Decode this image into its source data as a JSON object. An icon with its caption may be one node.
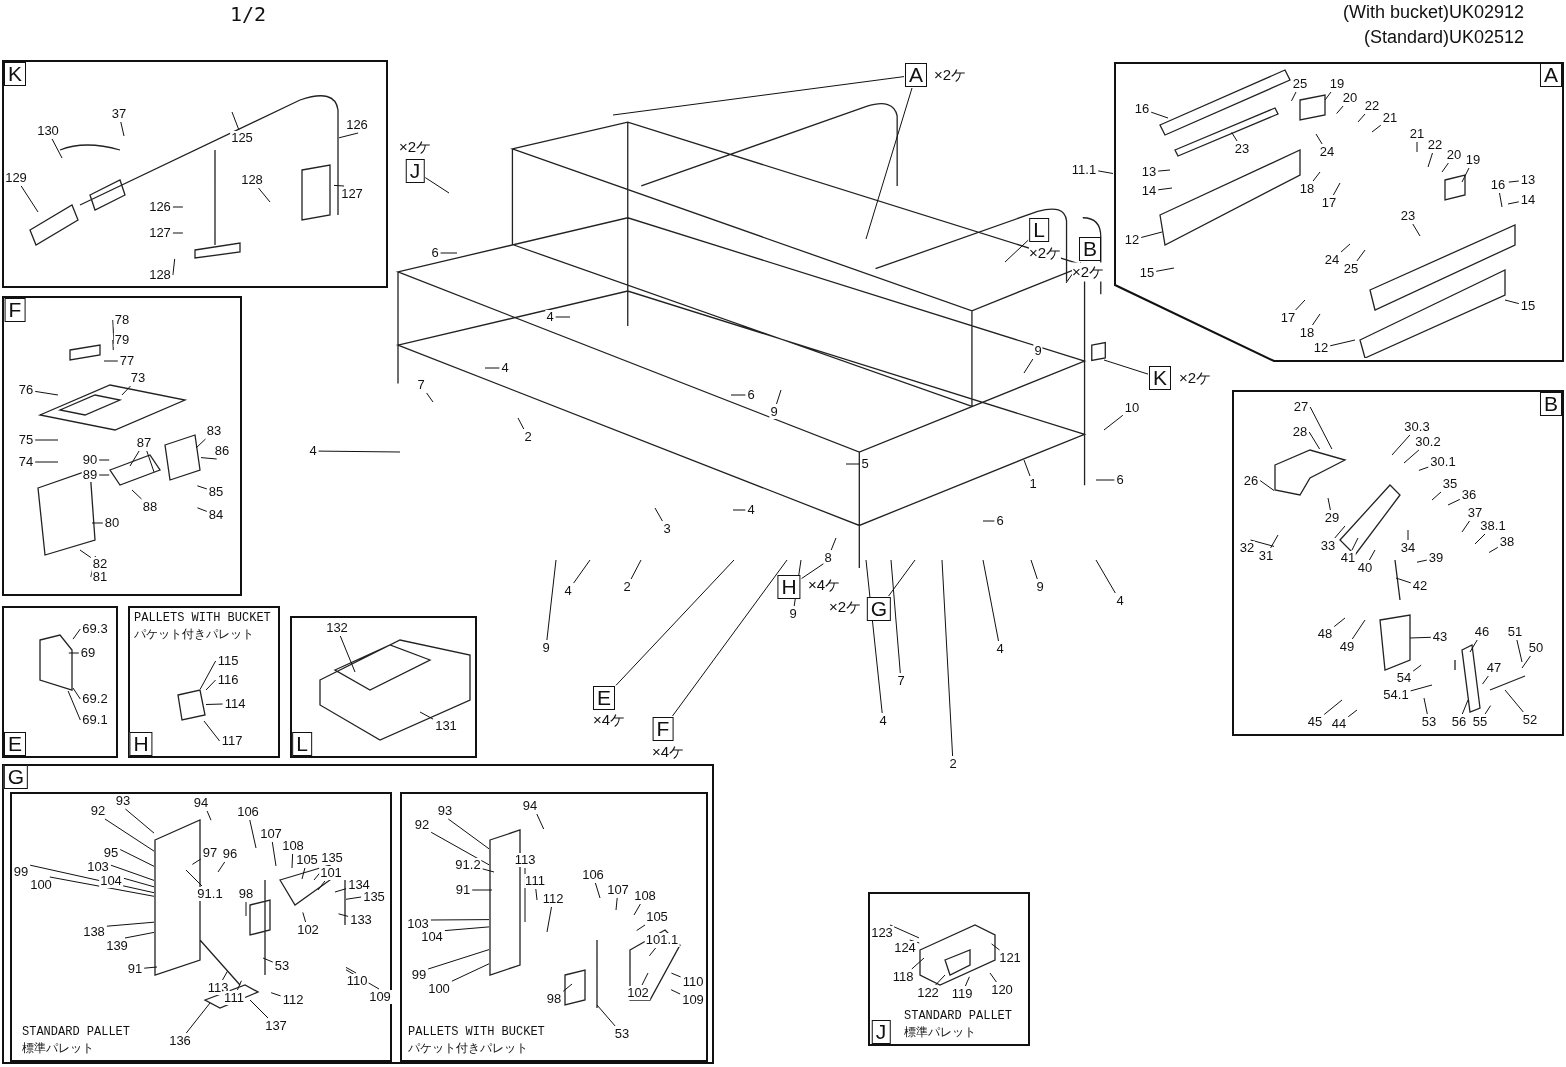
{
  "diagram": {
    "title": "1/2",
    "nodes": [
      {
        "text": [],
        "shape": "box"
      },
      {
        "text": [
          "37"
        ],
        "in": 212
      },
      {
        "text": [
          "130"
        ],
        "in": 212
      },
      {
        "text": [
          "125"
        ],
        "in": 212
      },
      {
        "text": [
          "126"
        ],
        "in": 0
      },
      {
        "text": [
          "127"
        ],
        "in": 0
      },
      {
        "text": [
          "129"
        ],
        "in": 0
      },
      {
        "text": [
          "126"
        ],
        "in": 212
      },
      {
        "text": [
          "127"
        ],
        "in": 212
      },
      {
        "text": [
          "128"
        ],
        "in": 212
      },
      {
        "text": [
          "128"
        ],
        "in": 0
      },
      {
        "text": [],
        "shape": "box"
      },
      {
        "text": [
          "78"
        ],
        "in": 11
      },
      {
        "text": [
          "79"
        ],
        "in": 11
      },
      {
        "text": [
          "77"
        ],
        "in": 213
      },
      {
        "text": [
          "76"
        ],
        "in": 11
      },
      {
        "text": [
          "73"
        ],
        "in": 213
      },
      {
        "text": [
          "75"
        ],
        "in": 11
      },
      {
        "text": [
          "74"
        ],
        "in": 11
      },
      {
        "text": [
          "83"
        ],
        "in": 11
      },
      {
        "text": [
          "86"
        ],
        "in": 11
      },
      {
        "text": [
          "87"
        ],
        "in": 213
      },
      {
        "text": [
          "90"
        ],
        "in": 213
      },
      {
        "text": [
          "89"
        ],
        "in": 213
      },
      {
        "text": [
          "85"
        ],
        "in": 11
      },
      {
        "text": [
          "88"
        ],
        "in": 213
      },
      {
        "text": [
          "84"
        ],
        "in": 11
      },
      {
        "text": [
          "80"
        ],
        "in": 213
      },
      {
        "text": [
          "82"
        ],
        "in": 11
      },
      {
        "text": [
          "81"
        ],
        "in": 11
      },
      {
        "text": [],
        "shape": "box"
      },
      {
        "text": [
          "69.3"
        ],
        "in": 30
      },
      {
        "text": [
          "69"
        ],
        "in": 30
      },
      {
        "text": [
          "69.2"
        ],
        "in": 30
      },
      {
        "text": [
          "69.1"
        ],
        "in": 30
      },
      {
        "text": [
          "PALLETS WITH BUCKET",
          "パケット付きパレット"
        ]
      },
      {
        "text": [
          "115"
        ],
        "in": 35
      },
      {
        "text": [
          "116"
        ],
        "in": 35
      },
      {
        "text": [
          "114"
        ],
        "in": 35
      },
      {
        "text": [
          "117"
        ],
        "in": 35
      },
      {
        "text": [],
        "shape": "box"
      },
      {
        "text": [
          "132"
        ],
        "in": 40
      },
      {
        "text": [
          "131"
        ],
        "in": 216
      },
      {
        "text": [],
        "shape": "box"
      },
      {
        "text": [
          "STANDARD PALLET",
          "標準パレット"
        ],
        "in": 43
      },
      {
        "text": [
          "92"
        ],
        "in": 44
      },
      {
        "text": [
          "93"
        ],
        "in": 44
      },
      {
        "text": [
          "94"
        ],
        "in": 44
      },
      {
        "text": [
          "95"
        ],
        "in": 44
      },
      {
        "text": [
          "97"
        ],
        "in": 217
      },
      {
        "text": [
          "96"
        ],
        "in": 217
      },
      {
        "text": [
          "91.1"
        ],
        "in": 217
      },
      {
        "text": [
          "99"
        ],
        "in": 44
      },
      {
        "text": [
          "100"
        ],
        "in": 44
      },
      {
        "text": [
          "103"
        ],
        "in": 44
      },
      {
        "text": [
          "104"
        ],
        "in": 44
      },
      {
        "text": [
          "106"
        ],
        "in": 44
      },
      {
        "text": [
          "107"
        ],
        "in": 217
      },
      {
        "text": [
          "108"
        ],
        "in": 217
      },
      {
        "text": [
          "105"
        ],
        "in": 217
      },
      {
        "text": [
          "135"
        ],
        "in": 217
      },
      {
        "text": [
          "101"
        ],
        "in": 217
      },
      {
        "text": [
          "134"
        ],
        "in": 44
      },
      {
        "text": [
          "135"
        ],
        "in": 44
      },
      {
        "text": [
          "133"
        ],
        "in": 44
      },
      {
        "text": [
          "98"
        ],
        "in": 217
      },
      {
        "text": [
          "102"
        ],
        "in": 217
      },
      {
        "text": [
          "138"
        ],
        "in": 44
      },
      {
        "text": [
          "139"
        ],
        "in": 44
      },
      {
        "text": [
          "91"
        ],
        "in": 44
      },
      {
        "text": [
          "53"
        ],
        "in": 217
      },
      {
        "text": [
          "113"
        ],
        "in": 217
      },
      {
        "text": [
          "111"
        ],
        "in": 217
      },
      {
        "text": [
          "112"
        ],
        "in": 217
      },
      {
        "text": [
          "110"
        ],
        "in": 44
      },
      {
        "text": [
          "109"
        ],
        "in": 44
      },
      {
        "text": [
          "137"
        ],
        "in": 44
      },
      {
        "text": [
          "136"
        ],
        "in": 44
      },
      {
        "text": [
          "PALLETS WITH BUCKET",
          "パケット付きパレット"
        ],
        "in": 43
      },
      {
        "text": [
          "92"
        ],
        "in": 78
      },
      {
        "text": [
          "93"
        ],
        "in": 78
      },
      {
        "text": [
          "94"
        ],
        "in": 78
      },
      {
        "text": [
          "91.2"
        ],
        "in": 78
      },
      {
        "text": [
          "91"
        ],
        "in": 78
      },
      {
        "text": [
          "113"
        ],
        "in": 218
      },
      {
        "text": [
          "111"
        ],
        "in": 218
      },
      {
        "text": [
          "112"
        ],
        "in": 218
      },
      {
        "text": [
          "106"
        ],
        "in": 218
      },
      {
        "text": [
          "107"
        ],
        "in": 218
      },
      {
        "text": [
          "108"
        ],
        "in": 218
      },
      {
        "text": [
          "105"
        ],
        "in": 218
      },
      {
        "text": [
          "101.1"
        ],
        "in": 218
      },
      {
        "text": [
          "103"
        ],
        "in": 78
      },
      {
        "text": [
          "104"
        ],
        "in": 78
      },
      {
        "text": [
          "99"
        ],
        "in": 78
      },
      {
        "text": [
          "100"
        ],
        "in": 78
      },
      {
        "text": [
          "98"
        ],
        "in": 218
      },
      {
        "text": [
          "102"
        ],
        "in": 218
      },
      {
        "text": [
          "110"
        ],
        "in": 78
      },
      {
        "text": [
          "109"
        ],
        "in": 78
      },
      {
        "text": [
          "53"
        ],
        "in": 78
      },
      {
        "text": [
          "STANDARD PALLET",
          "標準パレット"
        ]
      },
      {
        "text": [
          "123"
        ],
        "in": 101
      },
      {
        "text": [
          "124"
        ],
        "in": 101
      },
      {
        "text": [
          "118"
        ],
        "in": 101
      },
      {
        "text": [
          "122"
        ],
        "in": 101
      },
      {
        "text": [
          "121"
        ],
        "in": 101
      },
      {
        "text": [
          "119"
        ],
        "in": 101
      },
      {
        "text": [
          "120"
        ],
        "in": 101
      },
      {
        "text": [],
        "shape": "box"
      },
      {
        "text": [
          "16"
        ],
        "in": 109
      },
      {
        "text": [
          "25"
        ],
        "in": 220
      },
      {
        "text": [
          "19"
        ],
        "in": 220
      },
      {
        "text": [
          "20"
        ],
        "in": 220
      },
      {
        "text": [
          "22"
        ],
        "in": 220
      },
      {
        "text": [
          "21"
        ],
        "in": 220
      },
      {
        "text": [
          "23"
        ],
        "in": 220
      },
      {
        "text": [
          "24"
        ],
        "in": 220
      },
      {
        "text": [
          "13"
        ],
        "in": 109
      },
      {
        "text": [
          "14"
        ],
        "in": 109
      },
      {
        "text": [
          "18"
        ],
        "in": 220
      },
      {
        "text": [
          "17"
        ],
        "in": 220
      },
      {
        "text": [
          "12"
        ],
        "in": 109
      },
      {
        "text": [
          "15"
        ],
        "in": 109
      },
      {
        "text": [
          "21"
        ],
        "in": 220
      },
      {
        "text": [
          "22"
        ],
        "in": 220
      },
      {
        "text": [
          "20"
        ],
        "in": 220
      },
      {
        "text": [
          "19"
        ],
        "in": 220
      },
      {
        "text": [
          "16"
        ],
        "in": 220
      },
      {
        "text": [
          "13"
        ],
        "in": 109
      },
      {
        "text": [
          "14"
        ],
        "in": 109
      },
      {
        "text": [
          "23"
        ],
        "in": 220
      },
      {
        "text": [
          "24"
        ],
        "in": 220
      },
      {
        "text": [
          "25"
        ],
        "in": 220
      },
      {
        "text": [
          "17"
        ],
        "in": 220
      },
      {
        "text": [
          "18"
        ],
        "in": 220
      },
      {
        "text": [
          "12"
        ],
        "in": 220
      },
      {
        "text": [
          "15"
        ],
        "in": 109
      },
      {
        "text": [
          "11.1"
        ],
        "in": 211
      },
      {
        "text": [],
        "shape": "box"
      },
      {
        "text": [
          "27"
        ],
        "in": 139
      },
      {
        "text": [
          "28"
        ],
        "in": 139
      },
      {
        "text": [
          "26"
        ],
        "in": 139
      },
      {
        "text": [
          "30.3"
        ],
        "in": 139
      },
      {
        "text": [
          "30.2"
        ],
        "in": 139
      },
      {
        "text": [
          "30.1"
        ],
        "in": 221
      },
      {
        "text": [
          "35"
        ],
        "in": 221
      },
      {
        "text": [
          "36"
        ],
        "in": 221
      },
      {
        "text": [
          "29"
        ],
        "in": 221
      },
      {
        "text": [
          "37"
        ],
        "in": 221
      },
      {
        "text": [
          "38.1"
        ],
        "in": 221
      },
      {
        "text": [
          "38"
        ],
        "in": 221
      },
      {
        "text": [
          "32"
        ],
        "in": 139
      },
      {
        "text": [
          "31"
        ],
        "in": 139
      },
      {
        "text": [
          "33"
        ],
        "in": 221
      },
      {
        "text": [
          "34"
        ],
        "in": 221
      },
      {
        "text": [
          "41"
        ],
        "in": 221
      },
      {
        "text": [
          "40"
        ],
        "in": 221
      },
      {
        "text": [
          "39"
        ],
        "in": 221
      },
      {
        "text": [
          "42"
        ],
        "in": 221
      },
      {
        "text": [
          "48"
        ],
        "in": 221
      },
      {
        "text": [
          "49"
        ],
        "in": 221
      },
      {
        "text": [
          "43"
        ],
        "in": 221
      },
      {
        "text": [
          "46"
        ],
        "in": 221
      },
      {
        "text": [
          "51"
        ],
        "in": 221
      },
      {
        "text": [
          "50"
        ],
        "in": 139
      },
      {
        "text": [
          "47"
        ],
        "in": 221
      },
      {
        "text": [
          "54"
        ],
        "in": 221
      },
      {
        "text": [
          "54.1"
        ],
        "in": 221
      },
      {
        "text": [
          "52"
        ],
        "in": 139
      },
      {
        "text": [
          "45"
        ],
        "in": 139
      },
      {
        "text": [
          "44"
        ],
        "in": 139
      },
      {
        "text": [
          "53"
        ],
        "in": 139
      },
      {
        "text": [
          "56"
        ],
        "in": 139
      },
      {
        "text": [
          "55"
        ],
        "in": 139
      },
      {
        "text": [
          "A"
        ],
        "beside": [
          "×2ケ"
        ]
      },
      {
        "text": [
          "J"
        ],
        "beside": [
          "×2ケ"
        ],
        "in": 211
      },
      {
        "text": [
          "L"
        ],
        "beside": [
          "×2ケ"
        ],
        "in": 211
      },
      {
        "text": [
          "B"
        ],
        "beside": [
          "×2ケ"
        ],
        "in": 211
      },
      {
        "text": [
          "K"
        ],
        "beside": [
          "×2ケ"
        ]
      },
      {
        "text": [
          "H"
        ],
        "beside": [
          "×4ケ"
        ]
      },
      {
        "text": [
          "G"
        ],
        "beside": [
          "×2ケ"
        ]
      },
      {
        "text": [
          "E"
        ],
        "beside": [
          "×4ケ"
        ]
      },
      {
        "text": [
          "F"
        ],
        "beside": [
          "×4ケ"
        ]
      },
      {
        "text": [
          "6"
        ],
        "in": 211
      },
      {
        "text": [
          "4"
        ],
        "in": 211
      },
      {
        "text": [
          "7"
        ],
        "in": 211
      },
      {
        "text": [
          "4"
        ],
        "in": 211
      },
      {
        "text": [
          "2"
        ],
        "in": 211
      },
      {
        "text": [
          "4"
        ]
      },
      {
        "text": [
          "6"
        ],
        "in": 211
      },
      {
        "text": [
          "9"
        ],
        "in": 211
      },
      {
        "text": [
          "5"
        ],
        "in": 211
      },
      {
        "text": [
          "1"
        ],
        "in": 211
      },
      {
        "text": [
          "6"
        ]
      },
      {
        "text": [
          "6"
        ],
        "in": 211
      },
      {
        "text": [
          "3"
        ],
        "in": 211
      },
      {
        "text": [
          "4"
        ],
        "in": 211
      },
      {
        "text": [
          "8"
        ],
        "in": 211
      },
      {
        "text": [
          "4"
        ]
      },
      {
        "text": [
          "2"
        ]
      },
      {
        "text": [
          "9"
        ]
      },
      {
        "text": [
          "9"
        ]
      },
      {
        "text": [
          "4"
        ]
      },
      {
        "text": [
          "9"
        ]
      },
      {
        "text": [
          "7"
        ]
      },
      {
        "text": [
          "4"
        ]
      },
      {
        "text": [
          "4"
        ]
      },
      {
        "text": [
          "2"
        ]
      },
      {
        "text": [
          "9"
        ],
        "in": 211
      },
      {
        "text": [
          "10"
        ]
      },
      {
        "text": [],
        "shape": "picture"
      },
      {
        "text": [],
        "shape": "picture",
        "in": 0
      },
      {
        "text": [],
        "shape": "picture",
        "in": 11
      },
      {
        "text": [],
        "shape": "picture",
        "in": 30
      },
      {
        "text": [],
        "shape": "picture",
        "in": 35
      },
      {
        "text": [],
        "shape": "picture",
        "in": 40
      },
      {
        "text": [],
        "shape": "picture",
        "in": 44
      },
      {
        "text": [],
        "shape": "picture",
        "in": 78
      },
      {
        "text": [],
        "shape": "picture",
        "in": 101
      },
      {
        "text": [],
        "shape": "picture",
        "in": 109
      },
      {
        "text": [],
        "shape": "picture",
        "in": 139
      },
      {
        "text": [
          "K"
        ],
        "in": 0
      },
      {
        "text": [
          "F"
        ],
        "in": 11
      },
      {
        "text": [
          "E"
        ],
        "in": 30
      },
      {
        "text": [
          "H"
        ],
        "in": 35
      },
      {
        "text": [
          "L"
        ],
        "in": 40
      },
      {
        "text": [
          "G"
        ],
        "in": 43
      },
      {
        "text": [
          "J"
        ],
        "in": 101
      },
      {
        "text": [
          "A"
        ],
        "in": 109
      },
      {
        "text": [
          "B"
        ],
        "in": 139
      }
    ],
    "edges": [
      {
        "from": 1,
        "to": 212,
        "arrow": "none"
      },
      {
        "from": 2,
        "to": 212,
        "arrow": "none"
      },
      {
        "from": 3,
        "to": 212,
        "arrow": "none"
      },
      {
        "from": 4,
        "to": 212,
        "arrow": "none"
      },
      {
        "from": 5,
        "to": 212,
        "arrow": "none"
      },
      {
        "from": 6,
        "to": 212,
        "arrow": "none"
      },
      {
        "from": 7,
        "to": 212,
        "arrow": "none"
      },
      {
        "from": 8,
        "to": 212,
        "arrow": "none"
      },
      {
        "from": 9,
        "to": 212,
        "arrow": "none"
      },
      {
        "from": 10,
        "to": 212,
        "arrow": "none"
      },
      {
        "from": 12,
        "to": 213,
        "arrow": "none"
      },
      {
        "from": 13,
        "to": 213,
        "arrow": "none"
      },
      {
        "from": 14,
        "to": 213,
        "arrow": "none"
      },
      {
        "from": 15,
        "to": 213,
        "arrow": "none"
      },
      {
        "from": 16,
        "to": 213,
        "arrow": "none"
      },
      {
        "from": 17,
        "to": 213,
        "arrow": "none"
      },
      {
        "from": 18,
        "to": 213,
        "arrow": "none"
      },
      {
        "from": 19,
        "to": 213,
        "arrow": "none"
      },
      {
        "from": 20,
        "to": 213,
        "arrow": "none"
      },
      {
        "from": 21,
        "to": 213,
        "arrow": "none"
      },
      {
        "from": 21,
        "to": 213,
        "arrow": "none"
      },
      {
        "from": 22,
        "to": 213,
        "arrow": "none"
      },
      {
        "from": 23,
        "to": 213,
        "arrow": "none"
      },
      {
        "from": 24,
        "to": 213,
        "arrow": "none"
      },
      {
        "from": 25,
        "to": 213,
        "arrow": "none"
      },
      {
        "from": 26,
        "to": 213,
        "arrow": "none"
      },
      {
        "from": 27,
        "to": 213,
        "arrow": "none"
      },
      {
        "from": 28,
        "to": 213,
        "arrow": "none"
      },
      {
        "from": 29,
        "to": 213,
        "arrow": "none"
      },
      {
        "from": 31,
        "to": 214,
        "arrow": "none"
      },
      {
        "from": 32,
        "to": 214,
        "arrow": "none"
      },
      {
        "from": 33,
        "to": 214,
        "arrow": "none"
      },
      {
        "from": 34,
        "to": 214,
        "arrow": "none"
      },
      {
        "from": 36,
        "to": 215,
        "arrow": "none"
      },
      {
        "from": 37,
        "to": 215,
        "arrow": "none"
      },
      {
        "from": 38,
        "to": 215,
        "arrow": "none"
      },
      {
        "from": 39,
        "to": 215,
        "arrow": "none"
      },
      {
        "from": 41,
        "to": 216,
        "arrow": "none"
      },
      {
        "from": 42,
        "to": 216,
        "arrow": "none"
      },
      {
        "from": 45,
        "to": 217,
        "arrow": "none"
      },
      {
        "from": 46,
        "to": 217,
        "arrow": "none"
      },
      {
        "from": 47,
        "to": 217,
        "arrow": "none"
      },
      {
        "from": 48,
        "to": 217,
        "arrow": "none"
      },
      {
        "from": 49,
        "to": 217,
        "arrow": "none"
      },
      {
        "from": 50,
        "to": 217,
        "arrow": "none"
      },
      {
        "from": 51,
        "to": 217,
        "arrow": "none"
      },
      {
        "from": 52,
        "to": 217,
        "arrow": "none"
      },
      {
        "from": 53,
        "to": 217,
        "arrow": "none"
      },
      {
        "from": 54,
        "to": 217,
        "arrow": "none"
      },
      {
        "from": 55,
        "to": 217,
        "arrow": "none"
      },
      {
        "from": 56,
        "to": 217,
        "arrow": "none"
      },
      {
        "from": 57,
        "to": 217,
        "arrow": "none"
      },
      {
        "from": 58,
        "to": 217,
        "arrow": "none"
      },
      {
        "from": 59,
        "to": 217,
        "arrow": "none"
      },
      {
        "from": 60,
        "to": 217,
        "arrow": "none"
      },
      {
        "from": 61,
        "to": 217,
        "arrow": "none"
      },
      {
        "from": 62,
        "to": 217,
        "arrow": "none"
      },
      {
        "from": 63,
        "to": 217,
        "arrow": "none"
      },
      {
        "from": 64,
        "to": 217,
        "arrow": "none"
      },
      {
        "from": 65,
        "to": 217,
        "arrow": "none"
      },
      {
        "from": 66,
        "to": 217,
        "arrow": "none"
      },
      {
        "from": 67,
        "to": 217,
        "arrow": "none"
      },
      {
        "from": 68,
        "to": 217,
        "arrow": "none"
      },
      {
        "from": 69,
        "to": 217,
        "arrow": "none"
      },
      {
        "from": 70,
        "to": 217,
        "arrow": "none"
      },
      {
        "from": 71,
        "to": 217,
        "arrow": "none"
      },
      {
        "from": 72,
        "to": 217,
        "arrow": "none"
      },
      {
        "from": 73,
        "to": 217,
        "arrow": "none"
      },
      {
        "from": 74,
        "to": 217,
        "arrow": "none"
      },
      {
        "from": 75,
        "to": 217,
        "arrow": "none"
      },
      {
        "from": 76,
        "to": 217,
        "arrow": "none"
      },
      {
        "from": 77,
        "to": 217,
        "arrow": "none"
      },
      {
        "from": 79,
        "to": 218,
        "arrow": "none"
      },
      {
        "from": 80,
        "to": 218,
        "arrow": "none"
      },
      {
        "from": 81,
        "to": 218,
        "arrow": "none"
      },
      {
        "from": 82,
        "to": 218,
        "arrow": "none"
      },
      {
        "from": 83,
        "to": 218,
        "arrow": "none"
      },
      {
        "from": 84,
        "to": 218,
        "arrow": "none"
      },
      {
        "from": 85,
        "to": 218,
        "arrow": "none"
      },
      {
        "from": 86,
        "to": 218,
        "arrow": "none"
      },
      {
        "from": 87,
        "to": 218,
        "arrow": "none"
      },
      {
        "from": 88,
        "to": 218,
        "arrow": "none"
      },
      {
        "from": 89,
        "to": 218,
        "arrow": "none"
      },
      {
        "from": 90,
        "to": 218,
        "arrow": "none"
      },
      {
        "from": 91,
        "to": 218,
        "arrow": "none"
      },
      {
        "from": 92,
        "to": 218,
        "arrow": "none"
      },
      {
        "from": 93,
        "to": 218,
        "arrow": "none"
      },
      {
        "from": 94,
        "to": 218,
        "arrow": "none"
      },
      {
        "from": 95,
        "to": 218,
        "arrow": "none"
      },
      {
        "from": 96,
        "to": 218,
        "arrow": "none"
      },
      {
        "from": 97,
        "to": 218,
        "arrow": "none"
      },
      {
        "from": 98,
        "to": 218,
        "arrow": "none"
      },
      {
        "from": 99,
        "to": 218,
        "arrow": "none"
      },
      {
        "from": 100,
        "to": 218,
        "arrow": "none"
      },
      {
        "from": 102,
        "to": 219,
        "arrow": "none"
      },
      {
        "from": 103,
        "to": 219,
        "arrow": "none"
      },
      {
        "from": 104,
        "to": 219,
        "arrow": "none"
      },
      {
        "from": 105,
        "to": 219,
        "arrow": "none"
      },
      {
        "from": 106,
        "to": 219,
        "arrow": "none"
      },
      {
        "from": 107,
        "to": 219,
        "arrow": "none"
      },
      {
        "from": 108,
        "to": 219,
        "arrow": "none"
      },
      {
        "from": 110,
        "to": 220,
        "arrow": "none"
      },
      {
        "from": 111,
        "to": 220,
        "arrow": "none"
      },
      {
        "from": 112,
        "to": 220,
        "arrow": "none"
      },
      {
        "from": 113,
        "to": 220,
        "arrow": "none"
      },
      {
        "from": 114,
        "to": 220,
        "arrow": "none"
      },
      {
        "from": 115,
        "to": 220,
        "arrow": "none"
      },
      {
        "from": 116,
        "to": 220,
        "arrow": "none"
      },
      {
        "from": 117,
        "to": 220,
        "arrow": "none"
      },
      {
        "from": 118,
        "to": 220,
        "arrow": "none"
      },
      {
        "from": 119,
        "to": 220,
        "arrow": "none"
      },
      {
        "from": 120,
        "to": 220,
        "arrow": "none"
      },
      {
        "from": 121,
        "to": 220,
        "arrow": "none"
      },
      {
        "from": 122,
        "to": 220,
        "arrow": "none"
      },
      {
        "from": 123,
        "to": 220,
        "arrow": "none"
      },
      {
        "from": 124,
        "to": 220,
        "arrow": "none"
      },
      {
        "from": 125,
        "to": 220,
        "arrow": "none"
      },
      {
        "from": 126,
        "to": 220,
        "arrow": "none"
      },
      {
        "from": 127,
        "to": 220,
        "arrow": "none"
      },
      {
        "from": 128,
        "to": 220,
        "arrow": "none"
      },
      {
        "from": 129,
        "to": 220,
        "arrow": "none"
      },
      {
        "from": 130,
        "to": 220,
        "arrow": "none"
      },
      {
        "from": 131,
        "to": 220,
        "arrow": "none"
      },
      {
        "from": 132,
        "to": 220,
        "arrow": "none"
      },
      {
        "from": 133,
        "to": 220,
        "arrow": "none"
      },
      {
        "from": 134,
        "to": 220,
        "arrow": "none"
      },
      {
        "from": 135,
        "to": 220,
        "arrow": "none"
      },
      {
        "from": 136,
        "to": 220,
        "arrow": "none"
      },
      {
        "from": 137,
        "to": 220,
        "arrow": "none"
      },
      {
        "from": 138,
        "to": 109,
        "arrow": "none"
      },
      {
        "from": 140,
        "to": 221,
        "arrow": "none"
      },
      {
        "from": 141,
        "to": 221,
        "arrow": "none"
      },
      {
        "from": 142,
        "to": 221,
        "arrow": "none"
      },
      {
        "from": 143,
        "to": 221,
        "arrow": "none"
      },
      {
        "from": 144,
        "to": 221,
        "arrow": "none"
      },
      {
        "from": 145,
        "to": 221,
        "arrow": "none"
      },
      {
        "from": 146,
        "to": 221,
        "arrow": "none"
      },
      {
        "from": 147,
        "to": 221,
        "arrow": "none"
      },
      {
        "from": 148,
        "to": 221,
        "arrow": "none"
      },
      {
        "from": 149,
        "to": 221,
        "arrow": "none"
      },
      {
        "from": 150,
        "to": 221,
        "arrow": "none"
      },
      {
        "from": 151,
        "to": 221,
        "arrow": "none"
      },
      {
        "from": 152,
        "to": 221,
        "arrow": "none"
      },
      {
        "from": 153,
        "to": 221,
        "arrow": "none"
      },
      {
        "from": 154,
        "to": 221,
        "arrow": "none"
      },
      {
        "from": 155,
        "to": 221,
        "arrow": "none"
      },
      {
        "from": 156,
        "to": 221,
        "arrow": "none"
      },
      {
        "from": 157,
        "to": 221,
        "arrow": "none"
      },
      {
        "from": 158,
        "to": 221,
        "arrow": "none"
      },
      {
        "from": 159,
        "to": 221,
        "arrow": "none"
      },
      {
        "from": 160,
        "to": 221,
        "arrow": "none"
      },
      {
        "from": 161,
        "to": 221,
        "arrow": "none"
      },
      {
        "from": 162,
        "to": 221,
        "arrow": "none"
      },
      {
        "from": 163,
        "to": 221,
        "arrow": "none"
      },
      {
        "from": 164,
        "to": 221,
        "arrow": "none"
      },
      {
        "from": 165,
        "to": 221,
        "arrow": "none"
      },
      {
        "from": 166,
        "to": 221,
        "arrow": "none"
      },
      {
        "from": 167,
        "to": 221,
        "arrow": "none"
      },
      {
        "from": 168,
        "to": 221,
        "arrow": "none"
      },
      {
        "from": 169,
        "to": 221,
        "arrow": "none"
      },
      {
        "from": 170,
        "to": 221,
        "arrow": "none"
      },
      {
        "from": 171,
        "to": 221,
        "arrow": "none"
      },
      {
        "from": 172,
        "to": 221,
        "arrow": "none"
      },
      {
        "from": 173,
        "to": 221,
        "arrow": "none"
      },
      {
        "from": 174,
        "to": 221,
        "arrow": "none"
      },
      {
        "from": 175,
        "to": 211,
        "arrow": "none"
      },
      {
        "from": 175,
        "to": 211,
        "arrow": "none"
      },
      {
        "from": 176,
        "to": 211,
        "arrow": "none"
      },
      {
        "from": 177,
        "to": 211,
        "arrow": "none"
      },
      {
        "from": 178,
        "to": 211,
        "arrow": "none"
      },
      {
        "from": 179,
        "to": 211,
        "arrow": "none"
      },
      {
        "from": 180,
        "to": 211,
        "arrow": "none"
      },
      {
        "from": 181,
        "to": 211,
        "arrow": "none"
      },
      {
        "from": 182,
        "to": 211,
        "arrow": "none"
      },
      {
        "from": 183,
        "to": 211,
        "arrow": "none"
      },
      {
        "from": 184,
        "to": 211,
        "arrow": "none"
      },
      {
        "from": 185,
        "to": 211,
        "arrow": "none"
      },
      {
        "from": 186,
        "to": 211,
        "arrow": "none"
      },
      {
        "from": 187,
        "to": 211,
        "arrow": "none"
      },
      {
        "from": 188,
        "to": 211,
        "arrow": "none"
      },
      {
        "from": 189,
        "to": 211,
        "arrow": "none"
      },
      {
        "from": 190,
        "to": 211,
        "arrow": "none"
      },
      {
        "from": 191,
        "to": 211,
        "arrow": "none"
      },
      {
        "from": 192,
        "to": 211,
        "arrow": "none"
      },
      {
        "from": 193,
        "to": 211,
        "arrow": "none"
      },
      {
        "from": 194,
        "to": 211,
        "arrow": "none"
      },
      {
        "from": 195,
        "to": 211,
        "arrow": "none"
      },
      {
        "from": 196,
        "to": 211,
        "arrow": "none"
      },
      {
        "from": 197,
        "to": 211,
        "arrow": "none"
      },
      {
        "from": 198,
        "to": 211,
        "arrow": "none"
      },
      {
        "from": 199,
        "to": 211,
        "arrow": "none"
      },
      {
        "from": 200,
        "to": 211,
        "arrow": "none"
      },
      {
        "from": 201,
        "to": 211,
        "arrow": "none"
      },
      {
        "from": 202,
        "to": 211,
        "arrow": "none"
      },
      {
        "from": 203,
        "to": 211,
        "arrow": "none"
      },
      {
        "from": 204,
        "to": 211,
        "arrow": "none"
      },
      {
        "from": 205,
        "to": 211,
        "arrow": "none"
      },
      {
        "from": 206,
        "to": 211,
        "arrow": "none"
      },
      {
        "from": 207,
        "to": 211,
        "arrow": "none"
      },
      {
        "from": 208,
        "to": 211,
        "arrow": "none"
      },
      {
        "from": 209,
        "to": 211,
        "arrow": "none"
      },
      {
        "from": 210,
        "to": 211,
        "arrow": "none"
      }
    ],
    "labels": [
      "(With bucket)UK02912",
      "(Standard)UK02512"
    ]
  }
}
